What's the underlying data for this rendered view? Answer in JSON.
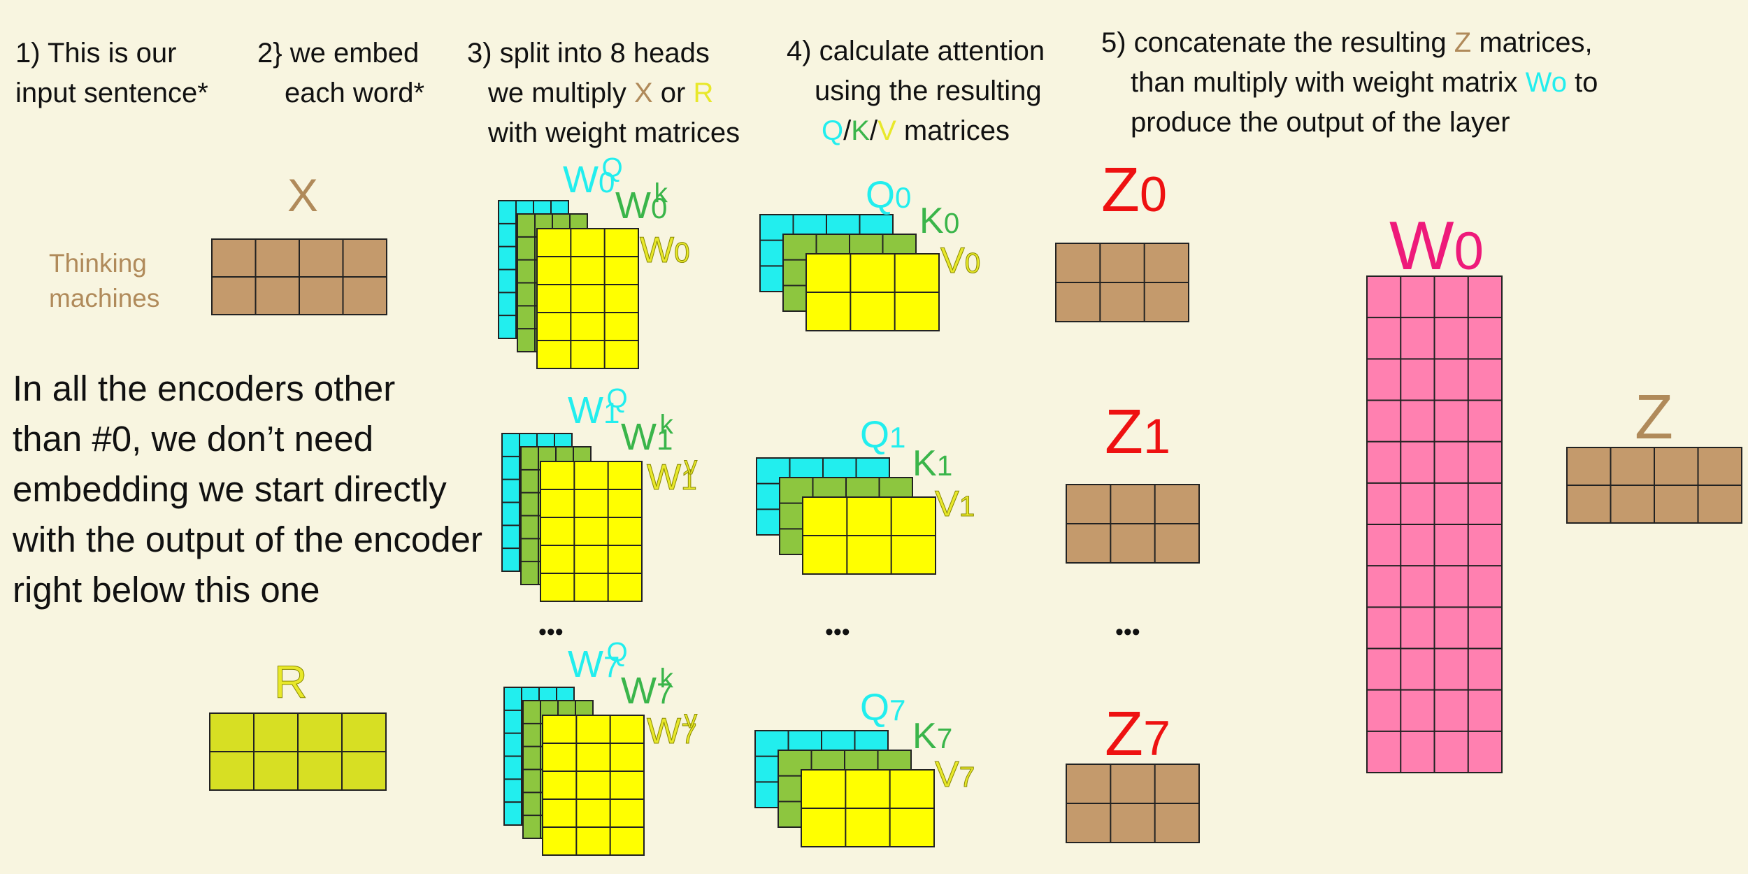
{
  "steps": {
    "s1": [
      "1) This is our",
      "input sentence*"
    ],
    "s2": [
      "2} we embed",
      "each word*"
    ],
    "s3": [
      "3) split into 8 heads",
      [
        "we multiply ",
        "X",
        " or ",
        "R"
      ],
      "with weight matrices"
    ],
    "s4": [
      "4) calculate attention",
      "using the resulting",
      [
        "Q",
        "/",
        "K",
        "/",
        "V",
        " matrices"
      ]
    ],
    "s5": [
      [
        "5) concatenate the resulting ",
        "Z",
        " matrices,"
      ],
      [
        "than multiply with weight matrix ",
        "Wo",
        " to"
      ],
      "produce the output of the layer"
    ]
  },
  "input": {
    "label": "X",
    "sentence": [
      "Thinking",
      "machines"
    ]
  },
  "note": [
    "In all the encoders other",
    "than #0, we don’t need",
    "embedding we start directly",
    "with the output of the encoder",
    "right below this one"
  ],
  "r_label": "R",
  "ellipsis": "•••",
  "heads": [
    {
      "wq": [
        "W",
        "0",
        "Q"
      ],
      "wk": [
        "W",
        "0",
        "k"
      ],
      "wv": [
        "W",
        "0",
        ""
      ],
      "q": [
        "Q",
        "0"
      ],
      "k": [
        "K",
        "0"
      ],
      "v": [
        "V",
        "0"
      ],
      "z": [
        "Z",
        "0"
      ]
    },
    {
      "wq": [
        "W",
        "1",
        "Q"
      ],
      "wk": [
        "W",
        "1",
        "k"
      ],
      "wv": [
        "W",
        "1",
        "v"
      ],
      "q": [
        "Q",
        "1"
      ],
      "k": [
        "K",
        "1"
      ],
      "v": [
        "V",
        "1"
      ],
      "z": [
        "Z",
        "1"
      ]
    },
    {
      "wq": [
        "W",
        "7",
        "Q"
      ],
      "wk": [
        "W",
        "7",
        "k"
      ],
      "wv": [
        "W",
        "7",
        "v"
      ],
      "q": [
        "Q",
        "7"
      ],
      "k": [
        "K",
        "7"
      ],
      "v": [
        "V",
        "7"
      ],
      "z": [
        "Z",
        "7"
      ]
    }
  ],
  "wo_label": [
    "W",
    "0"
  ],
  "z_label": "Z",
  "colors": {
    "background": "#f8f5e0",
    "brown": "#c49a6c",
    "brown_text": "#b08a5a",
    "cyan": "#22eeee",
    "green": "#8dc63f",
    "green_text": "#3ab54a",
    "yellow": "#ffff00",
    "yellow_text": "#e8e82a",
    "olive": "#d7df23",
    "pink": "#ff80b0",
    "magenta": "#ee1a7a",
    "red": "#ee1111",
    "line": "#222222"
  }
}
